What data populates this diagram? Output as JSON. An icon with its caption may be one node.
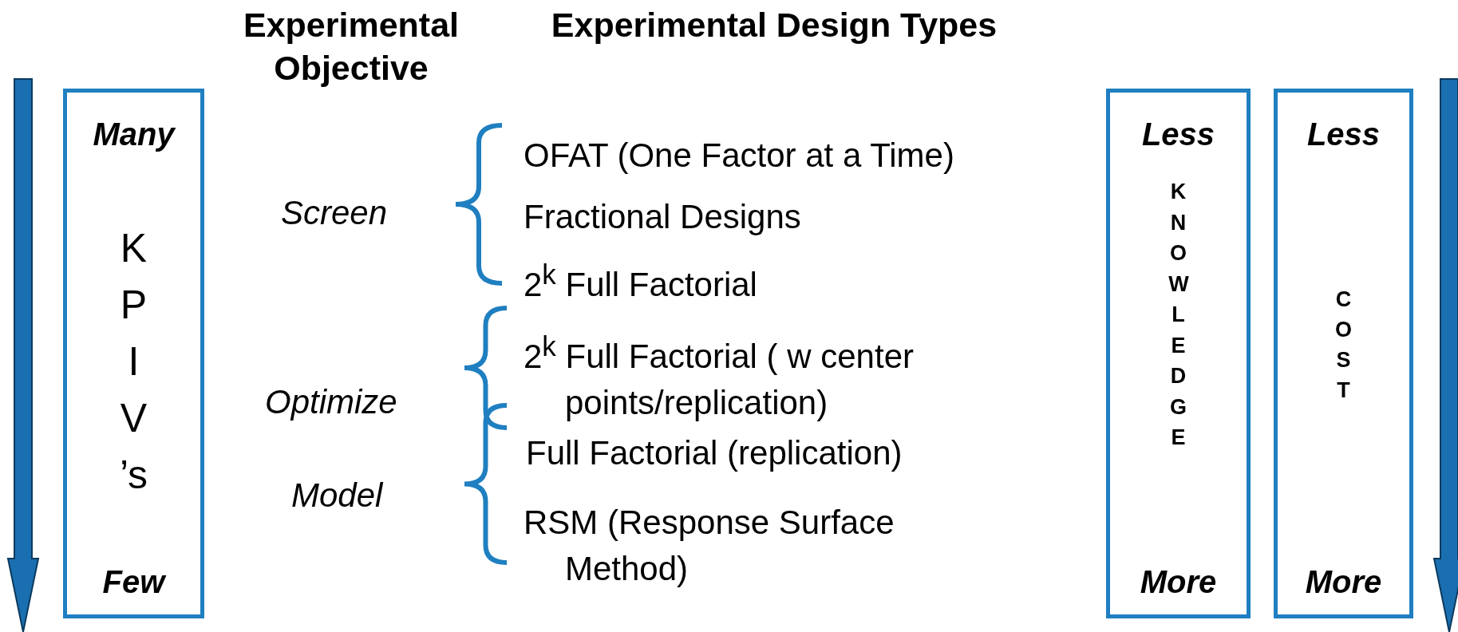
{
  "diagram": {
    "nodes": [
      {
        "text": [
          "Many",
          "K P I V ’s",
          "Few"
        ]
      },
      {
        "text": [
          "Less",
          "K N O W L E D G E",
          "More"
        ]
      },
      {
        "text": [
          "Less",
          "C O S T",
          "More"
        ]
      }
    ],
    "labels": [
      "Experimental Objective",
      "Experimental Design Types",
      "OFAT (One Factor at a Time)",
      "Screen",
      "Fractional Designs",
      "2$^{k}$ Full Factorial",
      "2$^{k}$ Full Factorial ( w center points/replication)",
      "Optimize",
      "Full Factorial (replication)",
      "Model",
      "RSM (Response Surface Method)"
    ]
  }
}
